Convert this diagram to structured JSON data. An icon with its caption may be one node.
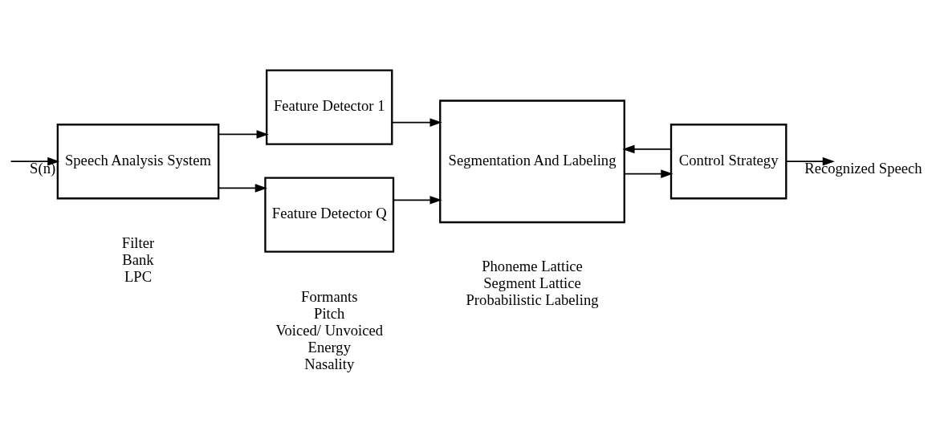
{
  "diagram": {
    "nodes": [
      {
        "text": [
          "Speech Analysis System"
        ],
        "beside": [
          "Filter",
          "Bank",
          "LPC"
        ]
      },
      {
        "text": [
          "Feature Detector 1"
        ]
      },
      {
        "text": [
          "Feature Detector Q"
        ],
        "beside": [
          "Formants",
          "Pitch",
          "Voiced/ Unvoiced",
          "Energy",
          "Nasality"
        ]
      },
      {
        "text": [
          "Segmentation And Labeling"
        ],
        "beside": [
          "Phoneme Lattice",
          "Segment Lattice",
          "Probabilistic Labeling"
        ]
      },
      {
        "text": [
          "Control Strategy"
        ]
      }
    ],
    "edges": [
      {
        "from": null,
        "to": 0,
        "arrow": "to",
        "label": "S(n)"
      },
      {
        "from": 0,
        "to": 1,
        "arrow": "to"
      },
      {
        "from": 0,
        "to": 2,
        "arrow": "to"
      },
      {
        "from": 1,
        "to": 3,
        "arrow": "to"
      },
      {
        "from": 2,
        "to": 3,
        "arrow": "to"
      },
      {
        "from": 3,
        "to": 4,
        "arrow": "to"
      },
      {
        "from": 4,
        "to": 3,
        "arrow": "to"
      },
      {
        "from": 4,
        "to": null,
        "arrow": "to",
        "label": "Recognized Speech"
      }
    ]
  }
}
